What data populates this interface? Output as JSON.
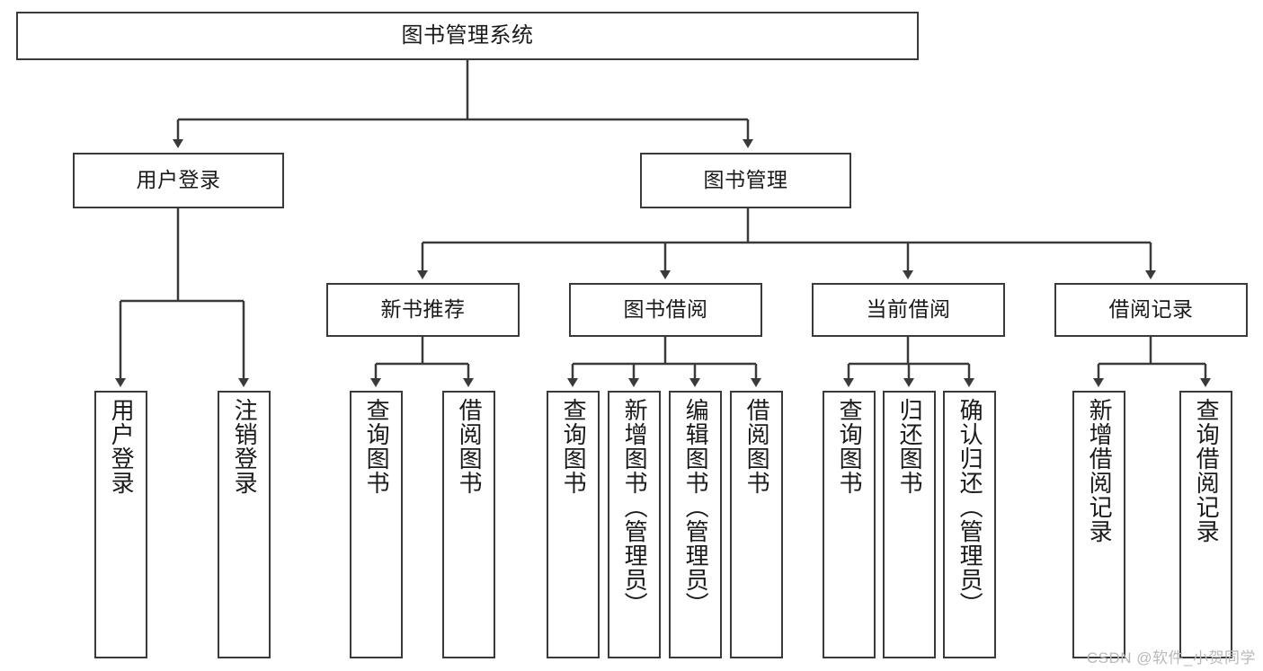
{
  "diagram": {
    "title": "图书管理系统",
    "type": "tree-hierarchy-chart",
    "watermark": "CSDN @软件_小贺同学",
    "edge_color": "#3a3a3a",
    "node_border_color": "#3a3a3a",
    "node_fill_color": "#ffffff",
    "text_color": "#1a1a1a"
  },
  "nodes": {
    "root": {
      "label": "图书管理系统"
    },
    "level2": [
      {
        "id": "user-login",
        "label": "用户登录"
      },
      {
        "id": "book-management",
        "label": "图书管理"
      }
    ],
    "level3": [
      {
        "id": "new-book-recommend",
        "label": "新书推荐"
      },
      {
        "id": "book-borrow",
        "label": "图书借阅"
      },
      {
        "id": "current-borrow",
        "label": "当前借阅"
      },
      {
        "id": "borrow-record",
        "label": "借阅记录"
      }
    ],
    "leaves": {
      "user-login": [
        {
          "id": "leaf-user-login",
          "label": "用户登录"
        },
        {
          "id": "leaf-logout",
          "label": "注销登录"
        }
      ],
      "new-book-recommend": [
        {
          "id": "leaf-query-book-1",
          "label": "查询图书"
        },
        {
          "id": "leaf-borrow-book-1",
          "label": "借阅图书"
        }
      ],
      "book-borrow": [
        {
          "id": "leaf-query-book-2",
          "label": "查询图书"
        },
        {
          "id": "leaf-add-book",
          "label": "新增图书（管理员）"
        },
        {
          "id": "leaf-edit-book",
          "label": "编辑图书（管理员）"
        },
        {
          "id": "leaf-borrow-book-2",
          "label": "借阅图书"
        }
      ],
      "current-borrow": [
        {
          "id": "leaf-query-book-3",
          "label": "查询图书"
        },
        {
          "id": "leaf-return-book",
          "label": "归还图书"
        },
        {
          "id": "leaf-confirm-return",
          "label": "确认归还（管理员）"
        }
      ],
      "borrow-record": [
        {
          "id": "leaf-add-record",
          "label": "新增借阅记录"
        },
        {
          "id": "leaf-query-record",
          "label": "查询借阅记录"
        }
      ]
    }
  }
}
